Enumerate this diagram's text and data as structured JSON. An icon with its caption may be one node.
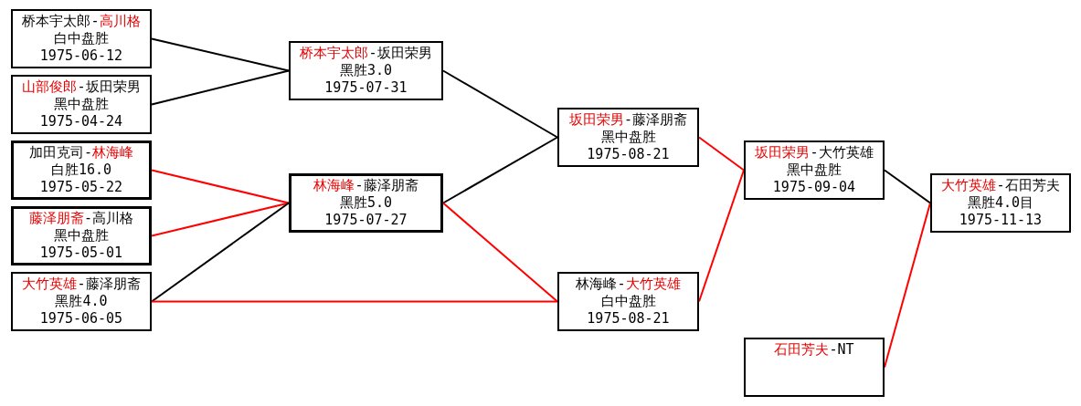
{
  "diagram": {
    "nodes": [
      {
        "text": [
          "桥本宇太郎-高川格",
          "白中盘胜",
          "1975-06-12"
        ]
      },
      {
        "text": [
          "山部俊郎-坂田荣男",
          "黑中盘胜",
          "1975-04-24"
        ]
      },
      {
        "text": [
          "加田克司-林海峰",
          "白胜16.0",
          "1975-05-22"
        ]
      },
      {
        "text": [
          "藤泽朋斋-高川格",
          "黑中盘胜",
          "1975-05-01"
        ]
      },
      {
        "text": [
          "大竹英雄-藤泽朋斋",
          "黑胜4.0",
          "1975-06-05"
        ]
      },
      {
        "text": [
          "桥本宇太郎-坂田荣男",
          "黑胜3.0",
          "1975-07-31"
        ]
      },
      {
        "text": [
          "林海峰-藤泽朋斋",
          "黑胜5.0",
          "1975-07-27"
        ]
      },
      {
        "text": [
          "坂田荣男-藤泽朋斋",
          "黑中盘胜",
          "1975-08-21"
        ]
      },
      {
        "text": [
          "林海峰-大竹英雄",
          "白中盘胜",
          "1975-08-21"
        ]
      },
      {
        "text": [
          "坂田荣男-大竹英雄",
          "黑中盘胜",
          "1975-09-04"
        ]
      },
      {
        "text": [
          "大竹英雄-石田芳夫",
          "黑胜4.0目",
          "1975-11-13"
        ]
      },
      {
        "text": [
          "石田芳夫-NT"
        ]
      }
    ],
    "edges": [
      {
        "from": 0,
        "to": 5,
        "arrow": "none",
        "color": "#000000"
      },
      {
        "from": 1,
        "to": 5,
        "arrow": "none",
        "color": "#000000"
      },
      {
        "from": 2,
        "to": 6,
        "arrow": "none",
        "color": "#ff0000"
      },
      {
        "from": 3,
        "to": 6,
        "arrow": "none",
        "color": "#ff0000"
      },
      {
        "from": 4,
        "to": 6,
        "arrow": "none",
        "color": "#000000"
      },
      {
        "from": 4,
        "to": 8,
        "arrow": "none",
        "color": "#ff0000"
      },
      {
        "from": 5,
        "to": 7,
        "arrow": "none",
        "color": "#000000"
      },
      {
        "from": 6,
        "to": 7,
        "arrow": "none",
        "color": "#000000"
      },
      {
        "from": 6,
        "to": 8,
        "arrow": "none",
        "color": "#ff0000"
      },
      {
        "from": 7,
        "to": 9,
        "arrow": "none",
        "color": "#ff0000"
      },
      {
        "from": 8,
        "to": 9,
        "arrow": "none",
        "color": "#ff0000"
      },
      {
        "from": 9,
        "to": 10,
        "arrow": "none",
        "color": "#000000"
      },
      {
        "from": 11,
        "to": 10,
        "arrow": "none",
        "color": "#ff0000"
      }
    ]
  }
}
